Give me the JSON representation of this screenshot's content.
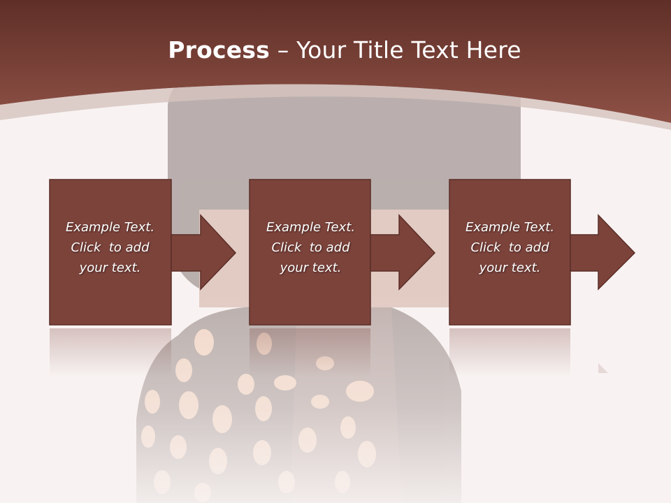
{
  "slide": {
    "title_bold": "Process",
    "title_dash": " – ",
    "title_rest": "Your Title Text Here"
  },
  "steps": [
    {
      "line1": "Example Text.",
      "line2": "Click  to add",
      "line3": "your text."
    },
    {
      "line1": "Example Text.",
      "line2": "Click  to add",
      "line3": "your text."
    },
    {
      "line1": "Example Text.",
      "line2": "Click  to add",
      "line3": "your text."
    }
  ],
  "colors": {
    "header": "#7a3f35",
    "box_fill": "#7c433b",
    "box_border": "#5a2e27",
    "text": "#ffffff",
    "background": "#f8f3f2"
  }
}
